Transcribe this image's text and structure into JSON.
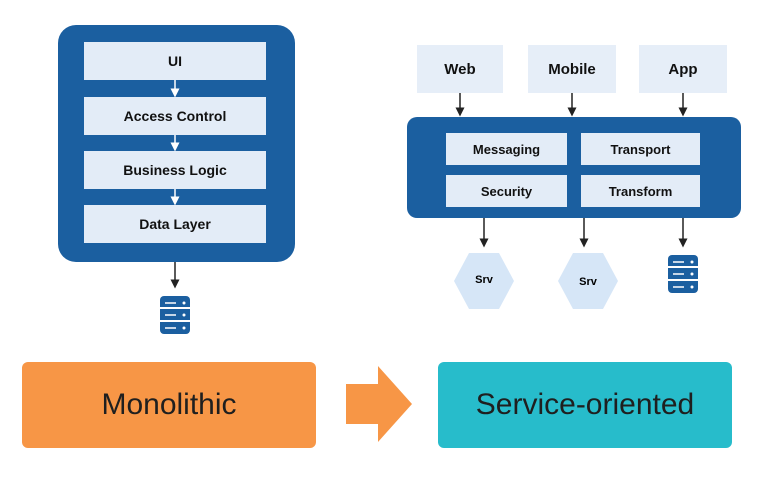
{
  "monolith": {
    "layers": [
      "UI",
      "Access Control",
      "Business Logic",
      "Data Layer"
    ]
  },
  "soa": {
    "clients": [
      "Web",
      "Mobile",
      "App"
    ],
    "modules": {
      "messaging": "Messaging",
      "transport": "Transport",
      "security": "Security",
      "transform": "Transform"
    },
    "services": [
      "Srv",
      "Srv"
    ]
  },
  "banners": {
    "left": "Monolithic",
    "right": "Service-oriented"
  },
  "colors": {
    "container_blue": "#1b5fa0",
    "layer_fill": "#e3ecf7",
    "monolithic_orange": "#f79646",
    "service_teal": "#27bccb",
    "hex_fill": "#d6e6f7",
    "arrow_orange": "#f79646"
  },
  "icons": [
    "database-icon",
    "database-icon",
    "hexagon-service-icon",
    "hexagon-service-icon",
    "right-arrow-icon"
  ]
}
